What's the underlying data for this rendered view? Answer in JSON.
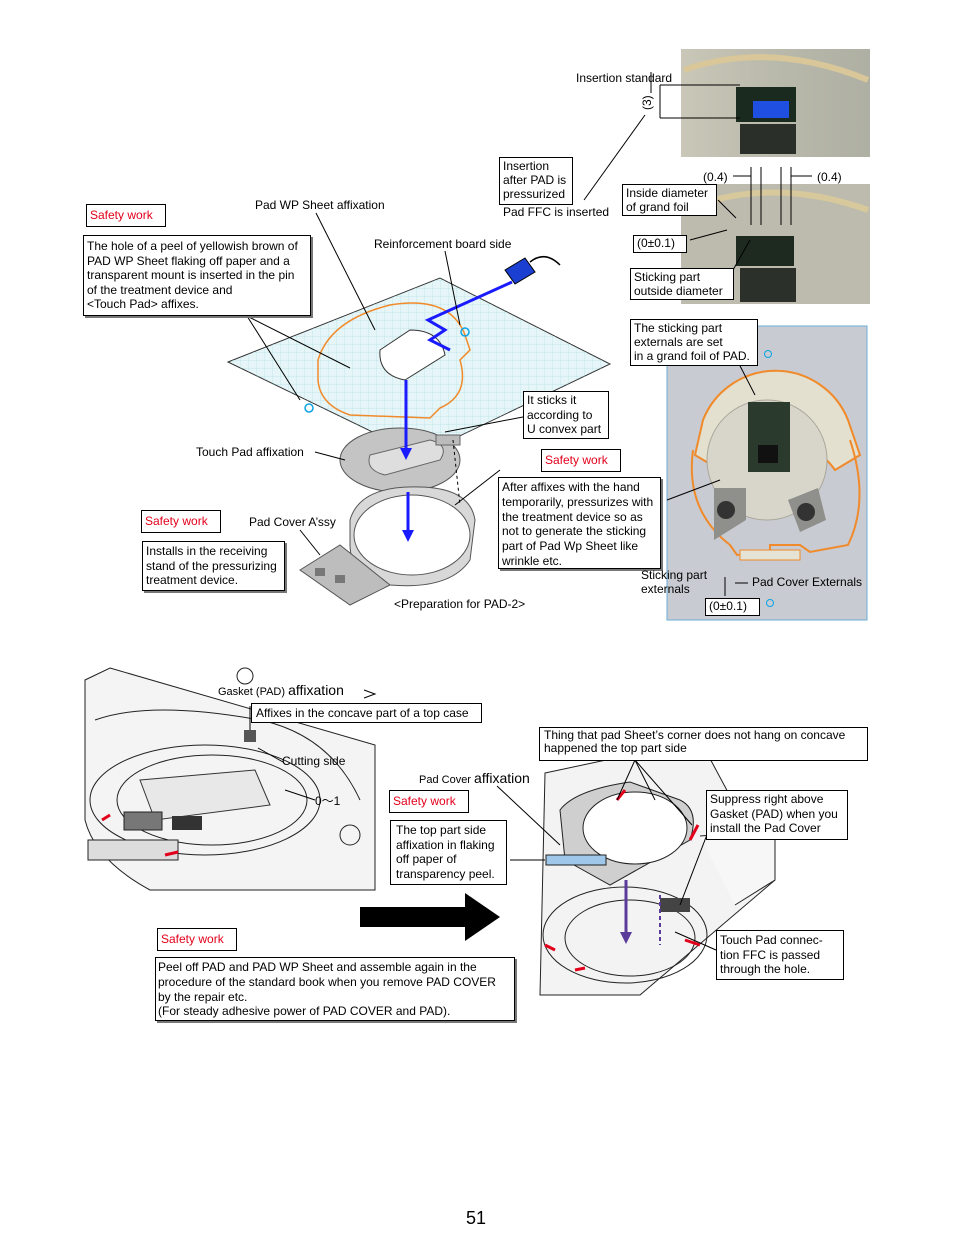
{
  "top": {
    "insertion_standard": "Insertion standard",
    "dim_3": "(3)",
    "insertion_after": "Insertion\nafter PAD is\npressurized",
    "pad_ffc_inserted": "Pad FFC is inserted",
    "dim_04_left": "(0.4)",
    "dim_04_right": "(0.4)",
    "inside_diameter": "Inside diameter\nof grand foil",
    "tol_1": "(0±0.1)",
    "sticking_outside": "Sticking part\noutside diameter",
    "sticking_externals_set": "The sticking part\nexternals are set\nin a grand foil of PAD.",
    "safety_work_1": "Safety work",
    "pad_wp_sheet": "Pad WP Sheet affixation",
    "reinforcement": "Reinforcement board side",
    "hole_note": "The hole of a peel of yellowish brown of\nPAD WP Sheet flaking off paper and a\ntransparent mount is inserted in the pin\nof the treatment device and\n<Touch Pad> affixes.",
    "sticks_u": "It sticks it\naccording to\nU convex part",
    "touch_pad_affix": "Touch Pad affixation",
    "safety_work_2": "Safety work",
    "after_affixes": "After affixes with the hand\ntemporarily, pressurizes with\nthe treatment device so as\nnot to generate the sticking\npart of Pad Wp Sheet like\nwrinkle etc.",
    "safety_work_3": "Safety work",
    "pad_cover_assy": "Pad Cover A’ssy",
    "installs_note": "Installs in the receiving\nstand of the pressurizing\ntreatment device.",
    "sticking_externals": "Sticking part\nexternals",
    "pad_cover_externals": "Pad Cover Externals",
    "tol_2": "(0±0.1)",
    "prep_caption": "<Preparation for PAD-2>"
  },
  "bottom": {
    "gasket_prefix": "Gasket (PAD) ",
    "gasket_suffix": "affixation",
    "affixes_concave": "Affixes in the concave part of a top case",
    "cutting_side": "Cutting side",
    "zero_one": "0～1",
    "pad_cover_prefix": "Pad Cover ",
    "pad_cover_suffix": "affixation",
    "thing_note": "Thing that pad Sheet’s corner does not hang on concave\nhappened the top part side",
    "safety_work_4": "Safety work",
    "top_part_note": "The top part side\naffixation in flaking\noff paper of\ntransparency peel.",
    "suppress_note": "Suppress right above\nGasket (PAD) when you\ninstall the Pad Cover",
    "safety_work_5": "Safety work",
    "touch_pad_ffc": "Touch Pad connec-\ntion FFC is passed\nthrough the hole.",
    "peel_note": "Peel off PAD and PAD WP Sheet and assemble again in the\nprocedure of the standard book when you remove PAD COVER\nby the repair etc.\n (For steady adhesive power of PAD COVER and PAD).",
    "page_number": "51"
  },
  "icons": {
    "arrow": "big-right-arrow-icon",
    "marker": "blue-circle-marker-icon"
  },
  "colors": {
    "safety_red": "#e3001b",
    "arrow_blue": "#1a1aff",
    "orange": "#f08a2a",
    "purple": "#5a3b9a"
  }
}
